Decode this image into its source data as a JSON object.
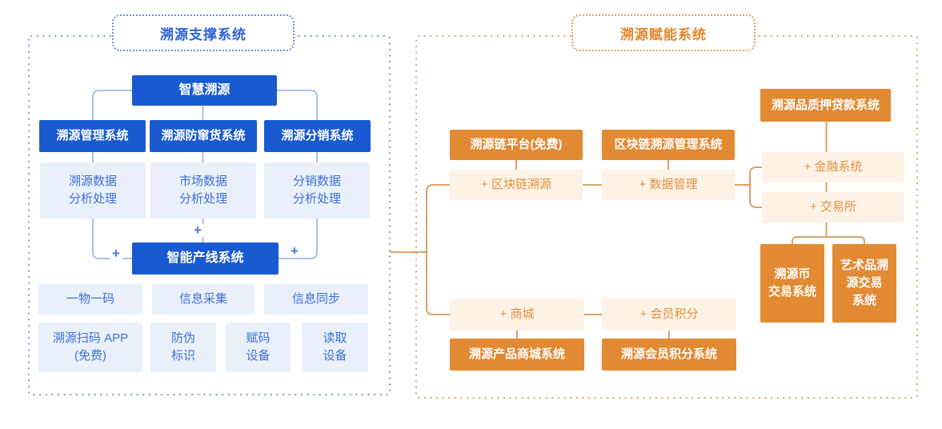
{
  "colors": {
    "blue_solid": "#1a5ad0",
    "blue_light_bg": "#e9f0fa",
    "blue_text": "#3e71d9",
    "blue_line": "#abc2ea",
    "orange_solid": "#e28a33",
    "orange_light_bg": "#fdf2e6",
    "orange_text": "#e2913d",
    "orange_line": "#d9a268"
  },
  "left_panel": {
    "title": "溯源支撑系统",
    "root_box": "智慧溯源",
    "system_boxes": [
      "溯源管理系统",
      "溯源防窜货系统",
      "溯源分销系统"
    ],
    "analysis_boxes": [
      "溯源数据\n分析处理",
      "市场数据\n分析处理",
      "分销数据\n分析处理"
    ],
    "plus_sign": "+",
    "production_box": "智能产线系统",
    "feature_row1": [
      "一物一码",
      "信息采集",
      "信息同步"
    ],
    "feature_row2": [
      "溯源扫码 APP\n(免费)",
      "防伪\n标识",
      "赋码\n设备",
      "读取\n设备"
    ]
  },
  "right_panel": {
    "title": "溯源赋能系统",
    "chain_platform_box": "溯源链平台(免费)",
    "blockchain_trace_box": "+ 区块链溯源",
    "blockchain_mgmt_box": "区块链溯源管理系统",
    "data_mgmt_box": "+ 数据管理",
    "pledge_loan_box": "溯源品质押贷款系统",
    "finance_box": "+ 金融系统",
    "exchange_box": "+ 交易所",
    "coin_trading_box": "溯源币\n交易系统",
    "art_trading_box": "艺术品溯\n源交易\n系统",
    "mall_box": "+ 商城",
    "member_box": "+ 会员积分",
    "mall_system_box": "溯源产品商城系统",
    "member_system_box": "溯源会员积分系统"
  }
}
